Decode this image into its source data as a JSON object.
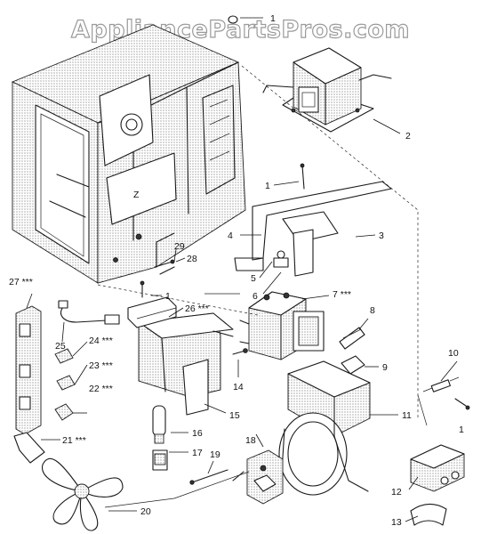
{
  "watermark": "AppliancePartsPros.com",
  "callouts": [
    {
      "id": "c1-top",
      "text": "1"
    },
    {
      "id": "c2",
      "text": "2"
    },
    {
      "id": "c1-mid",
      "text": "1"
    },
    {
      "id": "c3",
      "text": "3"
    },
    {
      "id": "c4",
      "text": "4"
    },
    {
      "id": "c5",
      "text": "5"
    },
    {
      "id": "c6",
      "text": "6"
    },
    {
      "id": "c7",
      "text": "7 ***"
    },
    {
      "id": "c8",
      "text": "8"
    },
    {
      "id": "c9",
      "text": "9"
    },
    {
      "id": "c10",
      "text": "10"
    },
    {
      "id": "c1-right",
      "text": "1"
    },
    {
      "id": "c11",
      "text": "11"
    },
    {
      "id": "c12",
      "text": "12"
    },
    {
      "id": "c13",
      "text": "13"
    },
    {
      "id": "c14",
      "text": "14"
    },
    {
      "id": "c15",
      "text": "15"
    },
    {
      "id": "c16",
      "text": "16"
    },
    {
      "id": "c17",
      "text": "17"
    },
    {
      "id": "c18",
      "text": "18"
    },
    {
      "id": "c19",
      "text": "19"
    },
    {
      "id": "c20",
      "text": "20"
    },
    {
      "id": "c21",
      "text": "21 ***"
    },
    {
      "id": "c22",
      "text": "22 ***"
    },
    {
      "id": "c23",
      "text": "23 ***"
    },
    {
      "id": "c24",
      "text": "24 ***"
    },
    {
      "id": "c25",
      "text": "25"
    },
    {
      "id": "c26",
      "text": "26 ***"
    },
    {
      "id": "c27",
      "text": "27 ***"
    },
    {
      "id": "c28",
      "text": "28"
    },
    {
      "id": "c29",
      "text": "29"
    },
    {
      "id": "c1-left",
      "text": "1"
    }
  ]
}
